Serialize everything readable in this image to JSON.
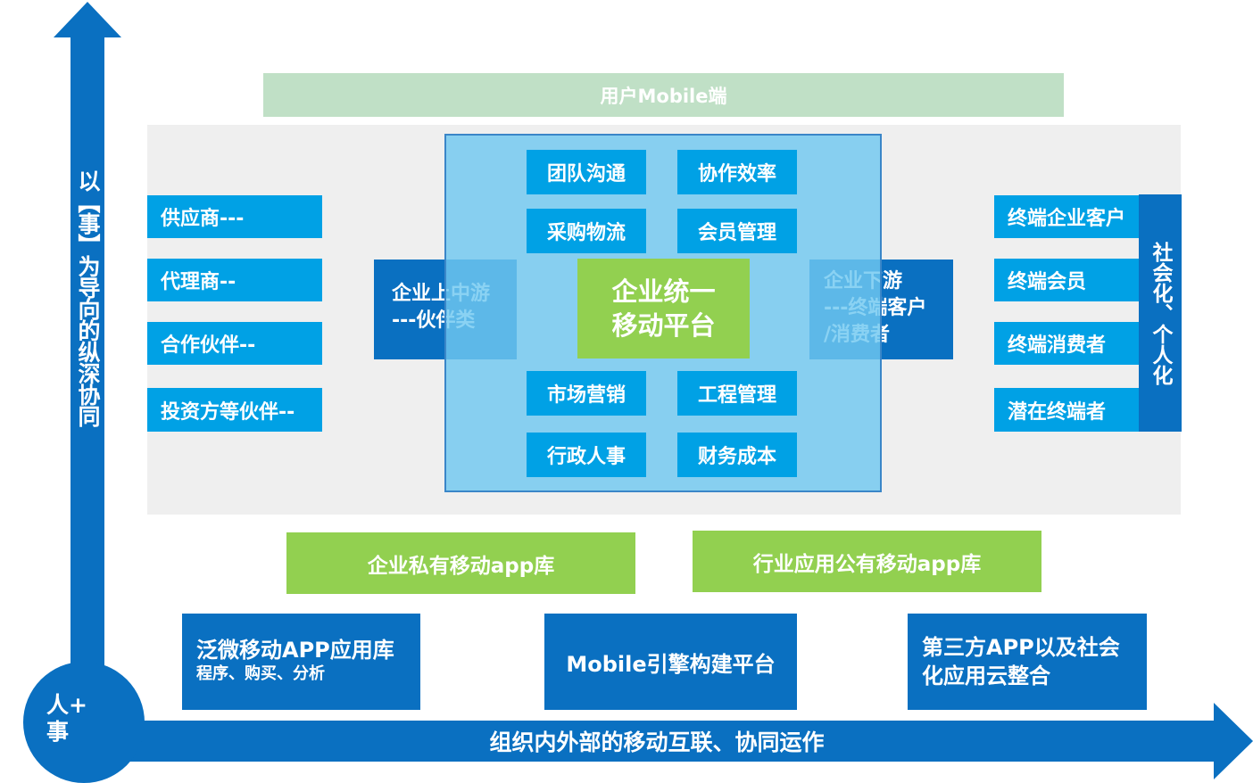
{
  "top_banner": "用户Mobile端",
  "vertical_axis_label": "以【事】为导向的纵深协同",
  "horizontal_axis_label": "组织内外部的移动互联、协同运作",
  "corner_label": [
    "人+",
    "事"
  ],
  "left_boxes": [
    "供应商---",
    "代理商--",
    "合作伙伴--",
    "投资方等伙伴--"
  ],
  "left_middle": [
    "企业上中游",
    "---伙伴类"
  ],
  "right_middle": [
    "企业下游",
    "---终端客户",
    "/消费者"
  ],
  "functions_top": [
    "团队沟通",
    "协作效率",
    "采购物流",
    "会员管理"
  ],
  "functions_bottom": [
    "市场营销",
    "工程管理",
    "行政人事",
    "财务成本"
  ],
  "core": [
    "企业统一",
    "移动平台"
  ],
  "right_boxes": [
    "终端企业客户",
    "终端会员",
    "终端消费者",
    "潜在终端者"
  ],
  "social_label": "社会化、个人化",
  "app_libraries": [
    "企业私有移动app库",
    "行业应用公有移动app库"
  ],
  "bottom_boxes": {
    "fanwei": {
      "title": "泛微移动APP应用库",
      "subtitle": "程序、购买、分析"
    },
    "engine": {
      "title": "Mobile引擎构建平台"
    },
    "third_party": {
      "line1": "第三方APP以及社会",
      "line2": "化应用云整合"
    }
  },
  "colors": {
    "dark_blue": "#0a70c1",
    "light_blue": "#00a1e5",
    "green": "#92d050",
    "pale_green": "#c0e0c6",
    "panel_grey": "#efefef"
  }
}
